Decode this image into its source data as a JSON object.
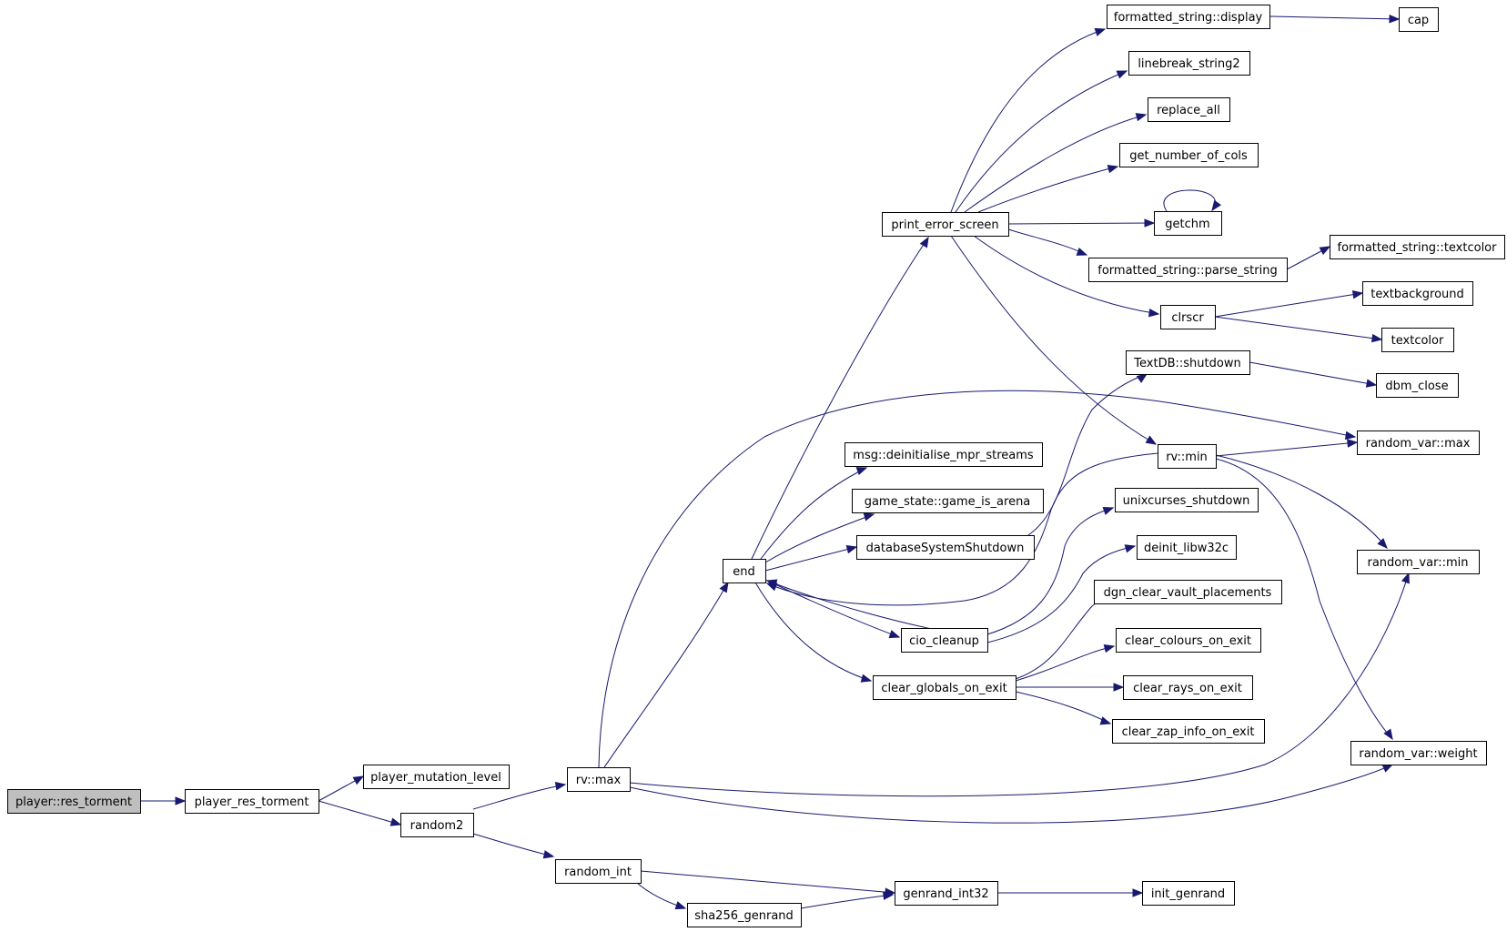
{
  "nodes": {
    "res_torment": "player::res_torment",
    "player_res_torment": "player_res_torment",
    "player_mutation_level": "player_mutation_level",
    "random2": "random2",
    "rv_max": "rv::max",
    "random_int": "random_int",
    "sha256_genrand": "sha256_genrand",
    "genrand_int32": "genrand_int32",
    "init_genrand": "init_genrand",
    "end": "end",
    "print_error_screen": "print_error_screen",
    "fs_display": "formatted_string::display",
    "cap": "cap",
    "linebreak_string2": "linebreak_string2",
    "replace_all": "replace_all",
    "get_number_of_cols": "get_number_of_cols",
    "getchm": "getchm",
    "fs_parse_string": "formatted_string::parse_string",
    "fs_textcolor": "formatted_string::textcolor",
    "clrscr": "clrscr",
    "textbackground": "textbackground",
    "textcolor": "textcolor",
    "textdb_shutdown": "TextDB::shutdown",
    "dbm_close": "dbm_close",
    "random_var_max": "random_var::max",
    "msg_deinit": "msg::deinitialise_mpr_streams",
    "rv_min": "rv::min",
    "game_is_arena": "game_state::game_is_arena",
    "unixcurses_shutdown": "unixcurses_shutdown",
    "db_system_shutdown": "databaseSystemShutdown",
    "deinit_libw32c": "deinit_libw32c",
    "random_var_min": "random_var::min",
    "dgn_clear_vault": "dgn_clear_vault_placements",
    "cio_cleanup": "cio_cleanup",
    "clear_colours": "clear_colours_on_exit",
    "clear_globals": "clear_globals_on_exit",
    "clear_rays": "clear_rays_on_exit",
    "clear_zap_info": "clear_zap_info_on_exit",
    "random_var_weight": "random_var::weight"
  },
  "colors": {
    "edge": "#191970",
    "root_fill": "#bfbfbf",
    "node_border": "#000000"
  }
}
